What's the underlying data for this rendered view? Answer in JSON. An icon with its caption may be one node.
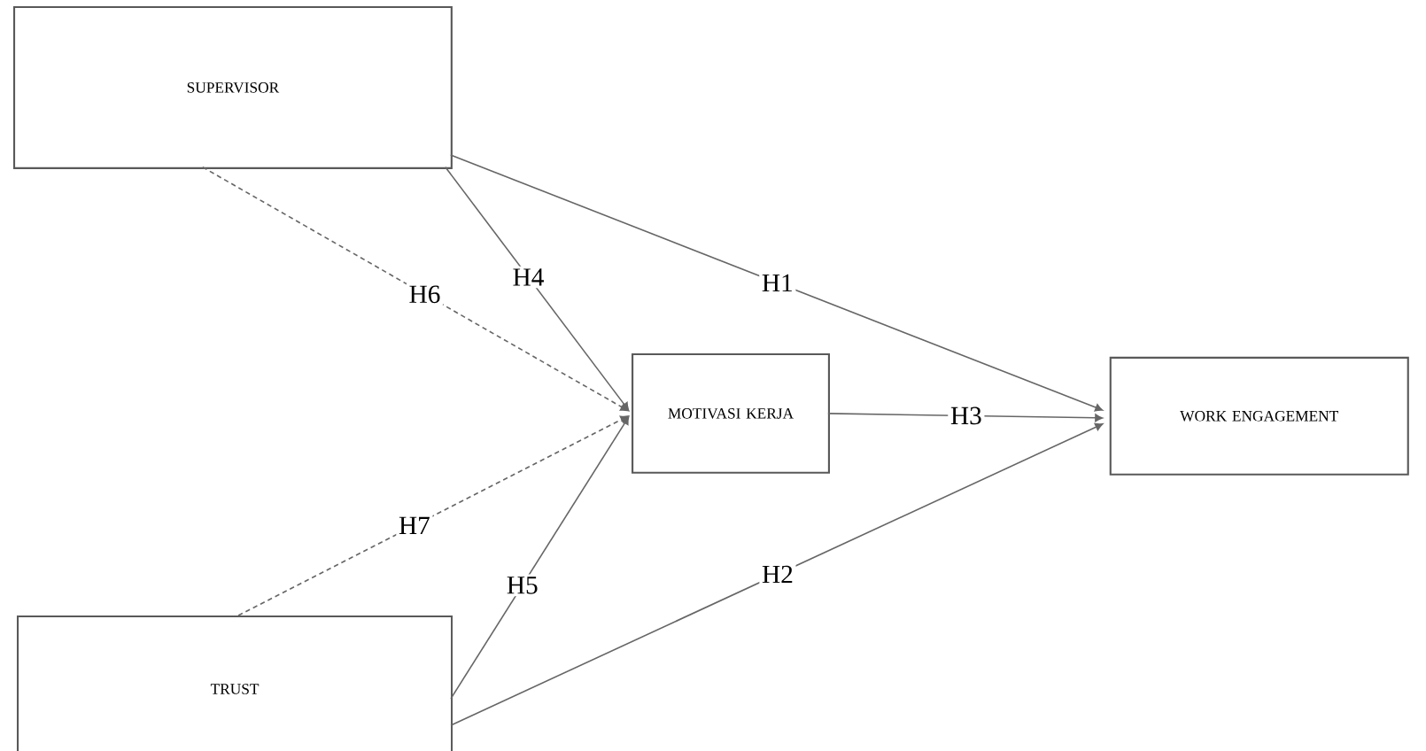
{
  "diagram": {
    "nodes": [
      {
        "text": [
          "SUPERVISOR"
        ]
      },
      {
        "text": [
          "MOTIVASI KERJA"
        ]
      },
      {
        "text": [
          "WORK ENGAGEMENT"
        ]
      },
      {
        "text": [
          "TRUST"
        ]
      }
    ],
    "edges": [
      {
        "from": 0,
        "to": 2,
        "arrow": "to",
        "label": "H1"
      },
      {
        "from": 3,
        "to": 2,
        "arrow": "to",
        "label": "H2"
      },
      {
        "from": 1,
        "to": 2,
        "arrow": "to",
        "label": "H3"
      },
      {
        "from": 0,
        "to": 1,
        "arrow": "to",
        "label": "H4"
      },
      {
        "from": 3,
        "to": 1,
        "arrow": "to",
        "label": "H5"
      },
      {
        "from": 0,
        "to": 1,
        "arrow": "to",
        "label": "H6",
        "style": "dashed"
      },
      {
        "from": 3,
        "to": 1,
        "arrow": "to",
        "label": "H7",
        "style": "dashed"
      }
    ]
  }
}
